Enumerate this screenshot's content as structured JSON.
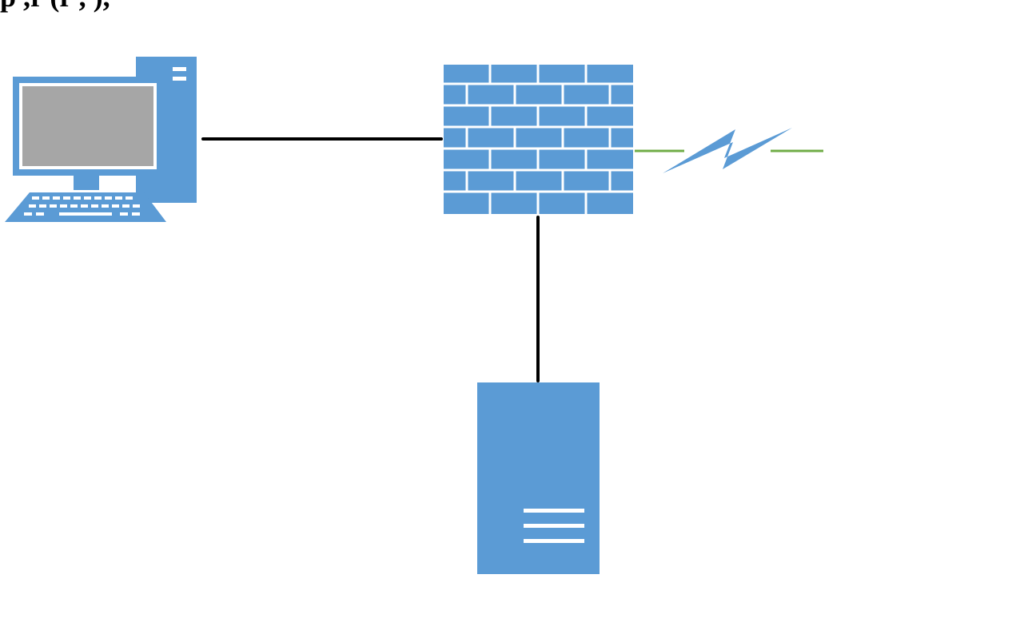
{
  "header_fragment": "p ,r  (r  , ),",
  "colors": {
    "icon_blue": "#5b9bd5",
    "screen_gray": "#a6a6a6",
    "wire_black": "#000000",
    "wan_green": "#70ad47"
  },
  "nodes": [
    {
      "id": "workstation",
      "icon": "desktop-computer-icon"
    },
    {
      "id": "firewall",
      "icon": "firewall-brick-wall-icon"
    },
    {
      "id": "server",
      "icon": "server-tower-icon"
    },
    {
      "id": "wan-link",
      "icon": "lightning-bolt-icon"
    }
  ],
  "edges": [
    {
      "from": "workstation",
      "to": "firewall"
    },
    {
      "from": "firewall",
      "to": "server"
    },
    {
      "from": "firewall",
      "to": "wan-link"
    }
  ]
}
